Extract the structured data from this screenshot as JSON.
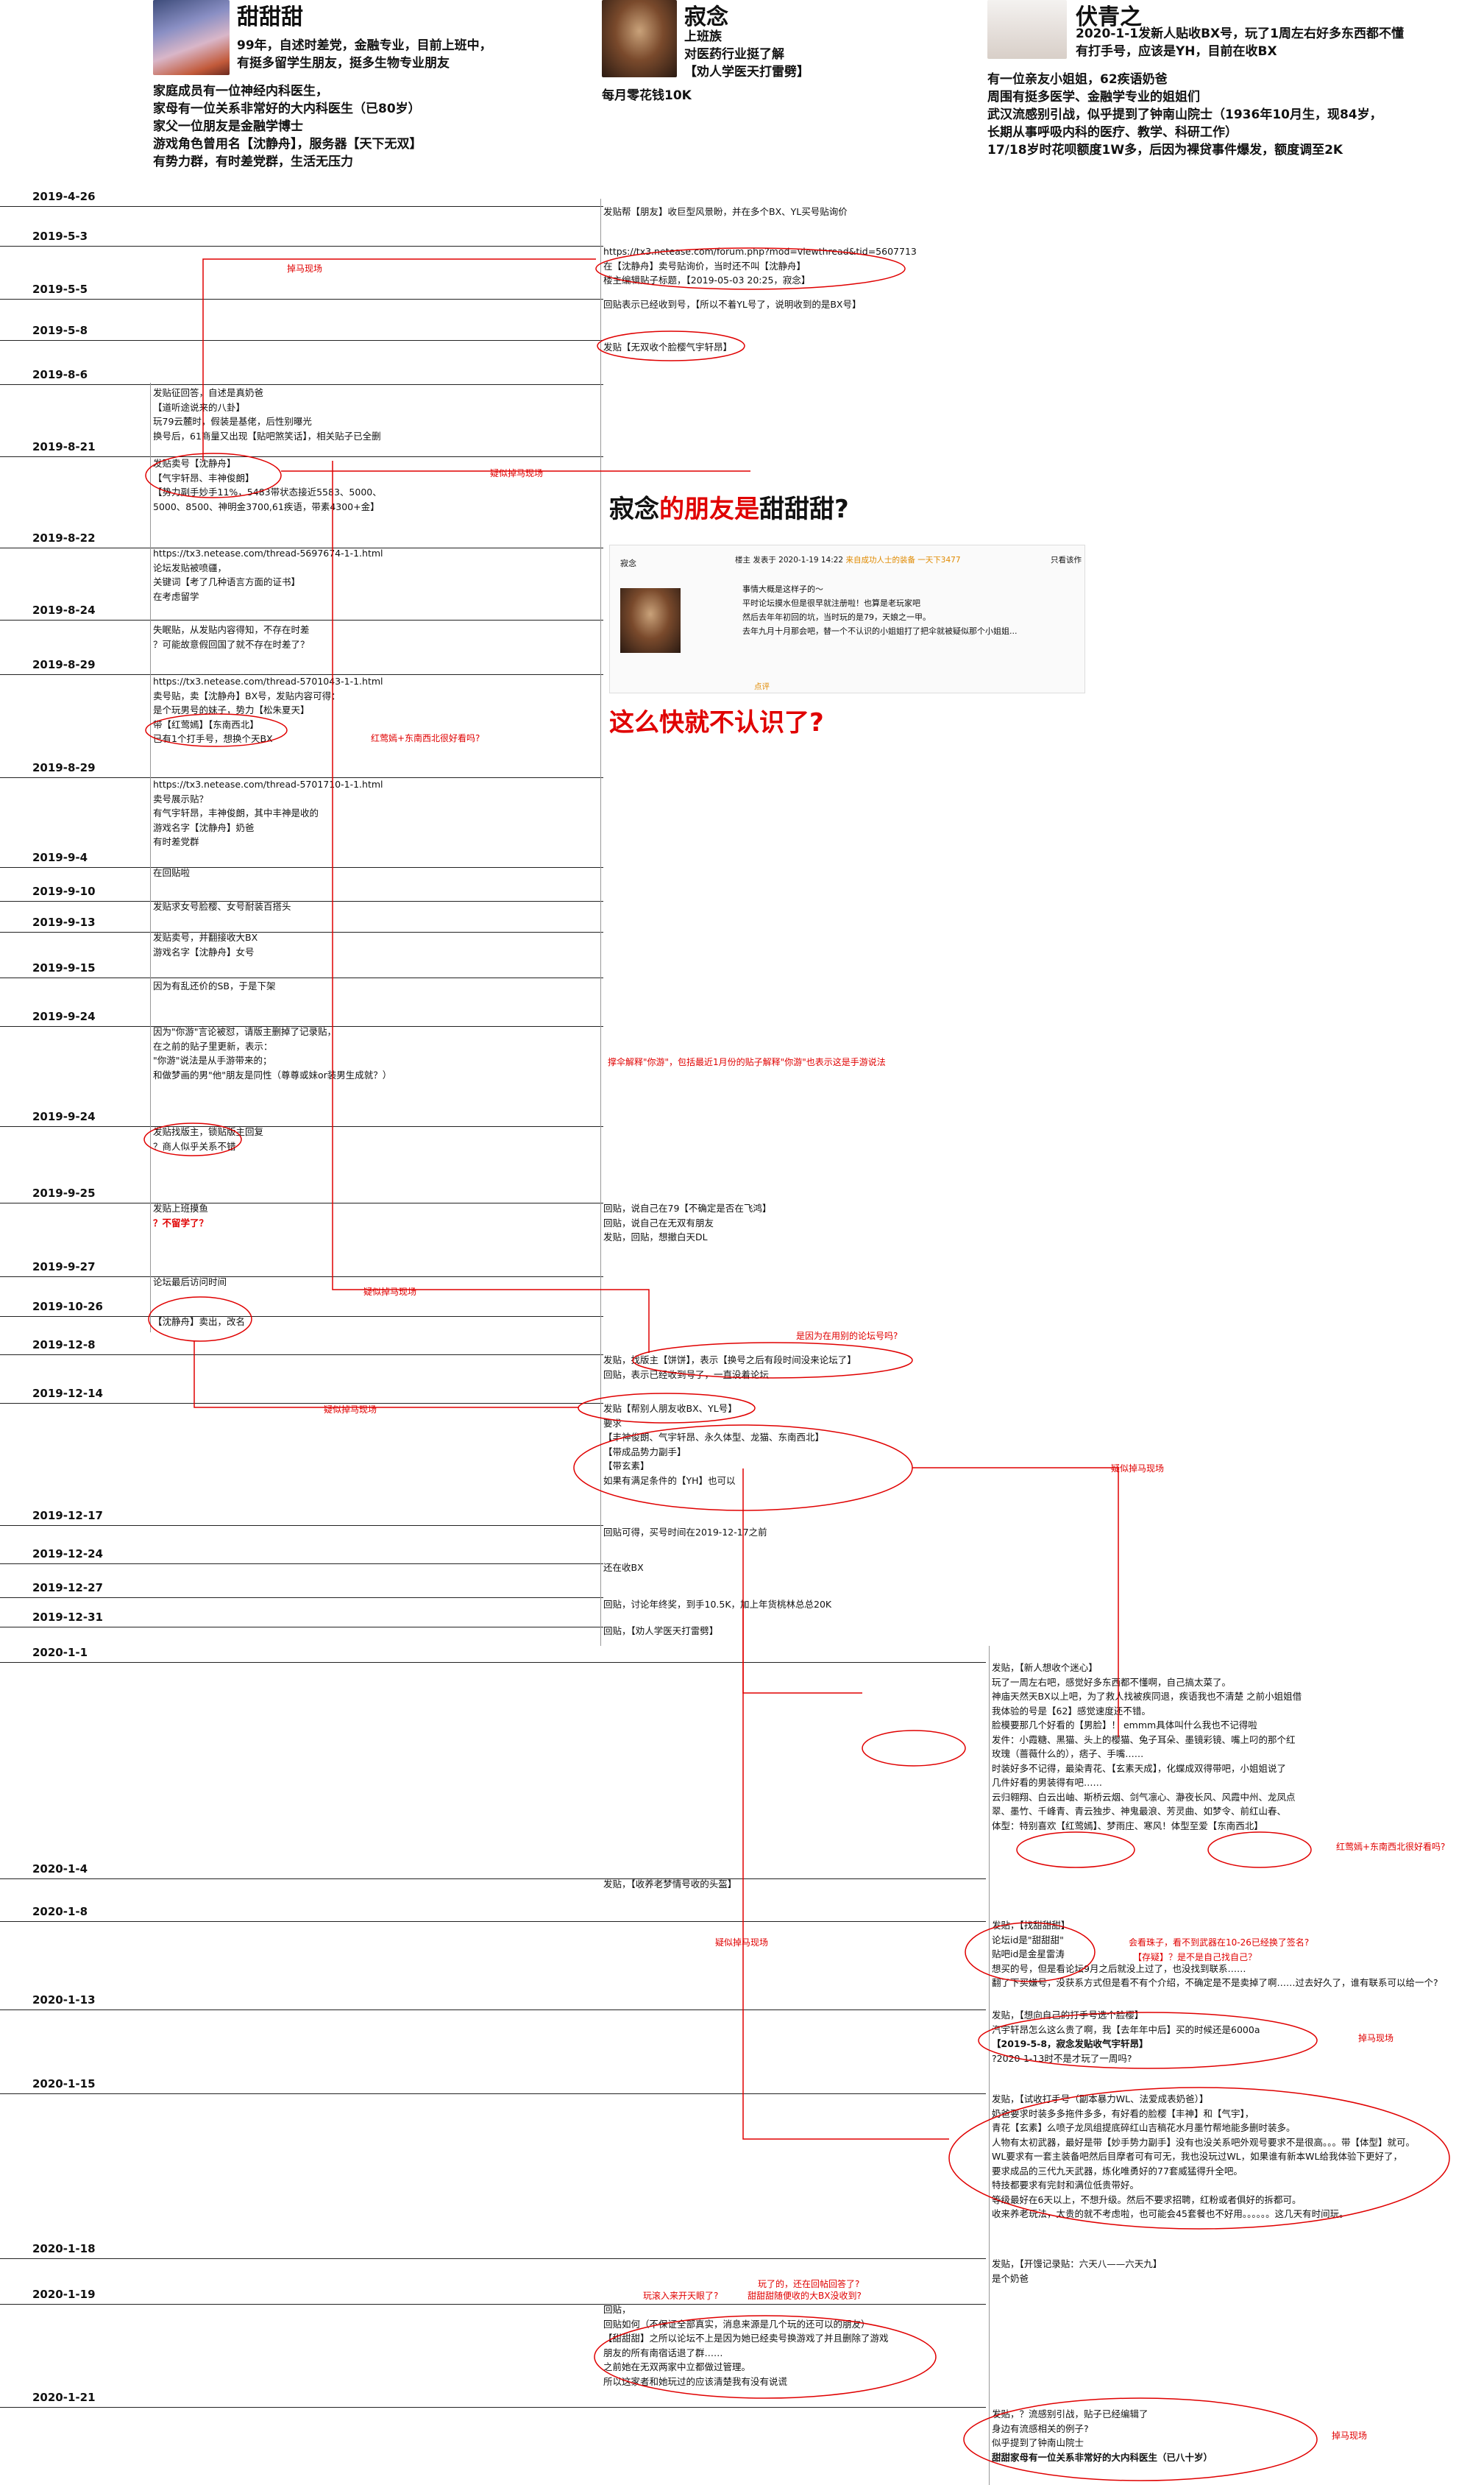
{
  "profiles": {
    "tiantian": {
      "name": "甜甜甜",
      "lines": [
        "99年，自述时差党，金融专业，目前上班中，",
        "有挺多留学生朋友，挺多生物专业朋友"
      ],
      "lines2": [
        "家庭成员有一位神经内科医生，",
        "家母有一位关系非常好的大内科医生（已80岁）",
        "家父一位朋友是金融学博士",
        "游戏角色曾用名【沈静舟】，服务器【天下无双】",
        "有势力群，有时差党群，生活无压力"
      ]
    },
    "jinian": {
      "name": "寂念",
      "lines": [
        "上班族",
        "对医药行业挺了解",
        "【劝人学医天打雷劈】"
      ],
      "money": "每月零花钱10K"
    },
    "fuqingzhi": {
      "name": "伏青之",
      "lines": [
        "2020-1-1发新人贴收BX号，玩了1周左右好多东西都不懂",
        "有打手号，应该是YH，目前在收BX"
      ],
      "lines2": [
        "有一位亲友小姐姐，62疾语奶爸",
        "周围有挺多医学、金融学专业的姐姐们",
        "武汉流感别引战，似乎提到了钟南山院士（1936年10月生，现84岁，",
        "长期从事呼吸内科的医疗、教学、科研工作）",
        "17/18岁时花呗额度1W多，后因为裸贷事件爆发，额度调至2K"
      ]
    }
  },
  "question1": {
    "part1": "寂念",
    "part2": "的朋友是",
    "part3": "甜甜甜?"
  },
  "question2": "这么快就不认识了?",
  "forum_post": {
    "username": "寂念",
    "meta": "楼主  发表于 2020-1-19 14:22",
    "badge": "来自成功人士的装备 一天下3477",
    "lines": [
      "事情大概是这样子的～",
      "平时论坛摸水但是很早就注册啦！也算是老玩家吧",
      "然后去年年初回的坑，当时玩的是79，天娘之一甲。",
      "去年九月十月那会吧，替一个不认识的小姐姐打了把伞就被疑似那个小姐姐..."
    ],
    "like": "点评",
    "side": "只看该作"
  },
  "dates": [
    "2019-4-26",
    "2019-5-3",
    "2019-5-5",
    "2019-5-8",
    "2019-8-6",
    "2019-8-21",
    "2019-8-22",
    "2019-8-24",
    "2019-8-29",
    "2019-8-29",
    "2019-9-4",
    "2019-9-10",
    "2019-9-13",
    "2019-9-15",
    "2019-9-24",
    "2019-9-24",
    "2019-9-25",
    "2019-9-27",
    "2019-10-26",
    "2019-12-8",
    "2019-12-14",
    "2019-12-17",
    "2019-12-24",
    "2019-12-27",
    "2019-12-31",
    "2020-1-1",
    "2020-1-4",
    "2020-1-8",
    "2020-1-13",
    "2020-1-15",
    "2020-1-18",
    "2020-1-19",
    "2020-1-21"
  ],
  "notes": {
    "d0426": [
      "发贴帮【朋友】收巨型风景盼，并在多个BX、YL买号贴询价"
    ],
    "d0503": [
      "https://tx3.netease.com/forum.php?mod=viewthread&tid=5607713",
      "在【沈静舟】卖号贴询价，当时还不叫【沈静舟】",
      "楼主编辑贴子标题，【2019-05-03 20:25，寂念】"
    ],
    "d0505": [
      "回贴表示已经收到号，【所以不着YL号了，说明收到的是BX号】"
    ],
    "d0508": [
      "发贴【无双收个脸樱气宇轩昂】"
    ],
    "d0806": [
      "发贴征回答，自述是真奶爸",
      "【道听途说来的八卦】",
      "玩79云麓时，假装是基佬，后性别曝光",
      "换号后，61商量又出现【贴吧煞笑话】，相关贴子已全删"
    ],
    "d0821": [
      "发贴卖号【沈静舟】",
      "【气宇轩昂、丰神俊朗】",
      "【势力副手妙手11%，5483带状态接近5583、5000、",
      "5000、8500、神明金3700,61疾语，带素4300+金】"
    ],
    "d0822": [
      "https://tx3.netease.com/thread-5697674-1-1.html",
      "论坛发贴被喷疆，",
      "关键词【考了几种语言方面的证书】",
      "在考虑留学"
    ],
    "d0824": [
      "失眠贴，从发贴内容得知，不存在时差",
      "？可能故意假回国了就不存在时差了？"
    ],
    "d0829a": [
      "https://tx3.netease.com/thread-5701043-1-1.html",
      "卖号贴，卖【沈静舟】BX号，发贴内容可得：",
      "是个玩男号的妹子，势力【松朱夏天】",
      "带【红莺嫣】【东南西北】",
      "已有1个打手号，想换个天BX"
    ],
    "d0829b": [
      "https://tx3.netease.com/thread-5701710-1-1.html",
      "卖号展示贴？",
      "有气宇轩昂，丰神俊朗，其中丰神是收的",
      "游戏名字【沈静舟】奶爸",
      "有时差党群"
    ],
    "d0904": [
      "在回贴啦"
    ],
    "d0910": [
      "发贴求女号脸樱、女号耐装百搭头"
    ],
    "d0913": [
      "发贴卖号，并翻接收大BX",
      "游戏名字【沈静舟】女号"
    ],
    "d0915": [
      "因为有乱还价的SB，于是下架"
    ],
    "d0924a": [
      "因为\"你游\"言论被怼，请版主删掉了记录贴，",
      "在之前的贴子里更新，表示：",
      "\"你游\"说法是从手游带来的；",
      "和做梦画的男\"他\"朋友是同性（尊尊或妹or装男生成就？）"
    ],
    "d0924b": [
      "发贴找版主，锁贴版主回复",
      "？商人似乎关系不错"
    ],
    "d0925": [
      "发贴上班摸鱼",
      "？不留学了？"
    ],
    "d0927": [
      "论坛最后访问时间"
    ],
    "d1026": [
      "【沈静舟】卖出，改名"
    ],
    "d1208": [
      "发贴，找版主【饼饼】，表示【换号之后有段时间没来论坛了】",
      "回贴，表示已经收到号了，一直没着论坛"
    ],
    "d1214": [
      "发贴【帮别人朋友收BX、YL号】",
      "要求",
      "【丰神俊朗、气宇轩昂、永久体型、龙猫、东南西北】",
      "【带成品势力副手】",
      "【带玄素】",
      "如果有满足条件的【YH】也可以"
    ],
    "d0925r": [
      "回贴，说自己在79【不确定是否在飞鸿】",
      "回贴，说自己在无双有朋友",
      "发贴，回贴，想撤白天DL"
    ],
    "d1217": [
      "回贴可得，买号时间在2019-12-17之前"
    ],
    "d1224": [
      "还在收BX"
    ],
    "d1227": [
      "回贴，讨论年终奖，到手10.5K，加上年货桃林总总20K"
    ],
    "d1231": [
      "回贴，【劝人学医天打雷劈】"
    ],
    "d0101": [
      "发贴，【新人想收个迷心】",
      "玩了一周左右吧，感觉好多东西都不懂啊，自己搞太菜了。",
      "神庙天然天BX以上吧，为了救人找被疾同退，疾语我也不清楚 之前小姐姐借",
      "我体验的号是【62】感觉速度还不错。",
      "脸模要那几个好看的【男脸】！ emmm具体叫什么我也不记得啦",
      "发件：小霞糖、黑猫、头上的樱猫、兔子耳朵、墨镜彩镜、嘴上叼的那个红",
      "玫瑰（蔷薇什么的），痞子、手嘴……",
      "时装好多不记得，最染青花、【玄素天成】，化蝶成双得带吧，小姐姐说了",
      "几件好看的男装得有吧……",
      "云归翱翔、白云出岫、斯桥云烟、剑气凛心、瀞夜长风、风霞中州、龙凤点",
      "翠、墨竹、千峰青、青云独步、神鬼最浪、芳灵曲、如梦令、前红山春、",
      "体型：特别喜欢【红莺嫣】、梦雨庄、寒风！体型至爱【东南西北】"
    ],
    "d0104": [
      "发贴，【收养老梦情号收的头盔】"
    ],
    "d0108": [
      "发贴，【找甜甜甜】",
      "论坛id是\"甜甜甜\"",
      "贴吧id是金星雷涛",
      "想买的号，但是看论坛9月之后就没上过了，也没找到联系……",
      "翻了下买嫌号，没获系方式但是看不有个介绍，不确定是不是卖掉了啊……过去好久了，谁有联系可以给一个?"
    ],
    "d0113": [
      "发贴，【想向自己的打手号选个脸樱】",
      "汽宇轩昂怎么这么贵了啊，我【去年年中后】买的时候还是6000a",
      "【2019-5-8，寂念发贴收气宇轩昂】",
      "?2020-1-13时不是才玩了一周吗?"
    ],
    "d0115": [
      "发贴，【试收打手号（副本暴力WL、法爱成表奶爸）】",
      "奶爸要求时装多多拖件多多，有好看的脸樱【丰神】和【气宇】，",
      "青花【玄素】么喷子龙凤组提底碎红山吉稿花水月墨竹帮地能多删时装多。",
      "人物有太初武器，最好是带【妙手势力副手】没有也没关系吧外观号要求不是很高。。。带【体型】就可。",
      "WL要求有一套主装备吧然后目摩者可有可无，我也没玩过WL，如果谁有新本WL给我体验下更好了，",
      "要求成品的三代九天武器，炼化唯勇好的77套威猛得升全吧。",
      "特技都要求有完封和满位低贵带好。",
      "等级最好在6天以上，不想升级。然后不要求招聘，红粉或者俱好的拆都可。",
      "收来养老玩法，太贵的就不考虑啦，也可能会45套餐也不好用。。。。。。这几天有时间玩。"
    ],
    "d0118": [
      "发贴，【开馒记录贴：六天八——六天九】",
      "是个奶爸"
    ],
    "d0119": [
      "回贴，",
      "回贴如何（不保证全部真实，消息来源是几个玩的还可以的朋友）",
      "【甜甜甜】之所以论坛不上是因为她已经卖号换游戏了并且删除了游戏",
      "朋友的所有南宿话退了群……",
      "之前她在无双两家中立都做过管理。",
      "所以这家者和她玩过的应该清楚我有没有说谎"
    ],
    "d0121": [
      "发贴，？流感别引战，贴子已经编辑了",
      "身边有流感相关的例子?",
      "似乎提到了钟南山院士",
      "甜甜家母有一位关系非常好的大内科医生（已八十岁）"
    ]
  },
  "red_labels": {
    "r1": "掉马现场",
    "r2": "疑似掉马现场",
    "r3": "红莺嫣+东南西北很好看吗?",
    "r4": "撑伞解释\"你游\"，包括最近1月份的贴子解释\"你游\"也表示这是手游说法",
    "r5": "疑似掉马现场",
    "r6": "是因为在用别的论坛号吗?",
    "r7": "疑似掉马现场",
    "r8": "疑似掉马现场",
    "r9": "红莺嫣+东南西北很好看吗?",
    "r10": "疑似掉马现场",
    "r11": "会看珠子，看不到武器在10-26已经换了签名?",
    "r12": "【存疑】？是不是自己找自己？",
    "r13": "掉马现场",
    "r14": "玩了的，还在回帖回答了?",
    "r15": "玩滚入来开天眼了?",
    "r16": "甜甜甜随便收的大BX没收到?",
    "r17": "掉马现场"
  }
}
